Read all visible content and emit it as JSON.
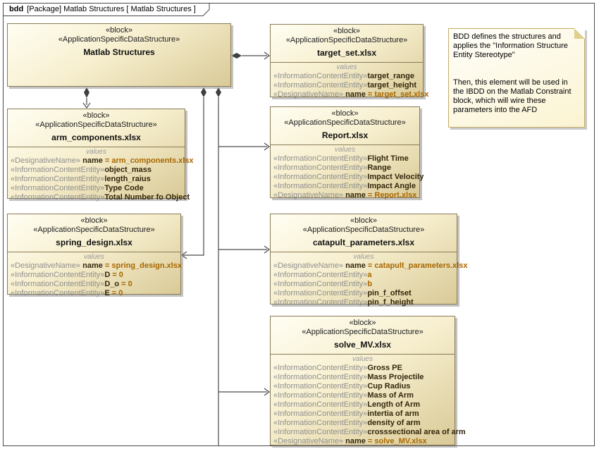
{
  "frame": {
    "keyword": "bdd",
    "context": "[Package] Matlab Structures [ Matlab Structures ]"
  },
  "colors": {
    "block_fill_light": "#fffef2",
    "block_fill_dark": "#d9ca97",
    "block_border": "#8a7b57",
    "stereotype_text": "#8f8f8f",
    "property_name_text": "#33270c",
    "property_value_text": "#a86700",
    "connector": "#4a4a4a",
    "note_fill": "#fbf4d2",
    "note_border": "#c3ac68"
  },
  "note": {
    "paragraphs": [
      "BDD defines the structures and applies the \"Information Structure Entity Stereotype\"",
      "Then, this element will be used in the IBDD on the Matlab Constraint block, which will wire these parameters into the AFD"
    ]
  },
  "blocks": {
    "matlab_structures": {
      "stereotypes": [
        "«block»",
        "«ApplicationSpecificDataStructure»"
      ],
      "name": "Matlab Structures"
    },
    "arm_components": {
      "stereotypes": [
        "«block»",
        "«ApplicationSpecificDataStructure»"
      ],
      "name": "arm_components.xlsx",
      "values_label": "values",
      "properties": [
        {
          "stereotype": "«DesignativeName»",
          "name": " name",
          "value": " = arm_components.xlsx"
        },
        {
          "stereotype": "«InformationContentEntity»",
          "name": "object_mass"
        },
        {
          "stereotype": "«InformationContentEntity»",
          "name": "length_raius"
        },
        {
          "stereotype": "«InformationContentEntity»",
          "name": "Type Code"
        },
        {
          "stereotype": "«InformationContentEntity»",
          "name": "Total Number fo Object"
        }
      ]
    },
    "spring_design": {
      "stereotypes": [
        "«block»",
        "«ApplicationSpecificDataStructure»"
      ],
      "name": "spring_design.xlsx",
      "values_label": "values",
      "properties": [
        {
          "stereotype": "«DesignativeName»",
          "name": " name",
          "value": " = spring_design.xlsx"
        },
        {
          "stereotype": "«InformationContentEntity»",
          "name": "D",
          "value": " = 0"
        },
        {
          "stereotype": "«InformationContentEntity»",
          "name": "D_o",
          "value": " = 0"
        },
        {
          "stereotype": "«InformationContentEntity»",
          "name": "E",
          "value": " = 0"
        }
      ]
    },
    "target_set": {
      "stereotypes": [
        "«block»",
        "«ApplicationSpecificDataStructure»"
      ],
      "name": "target_set.xlsx",
      "values_label": "values",
      "properties": [
        {
          "stereotype": "«InformationContentEntity»",
          "name": "target_range"
        },
        {
          "stereotype": "«InformationContentEntity»",
          "name": "target_height"
        },
        {
          "stereotype": "«DesignativeName»",
          "name": " name",
          "value": " = target_set.xlsx"
        }
      ]
    },
    "report": {
      "stereotypes": [
        "«block»",
        "«ApplicationSpecificDataStructure»"
      ],
      "name": "Report.xlsx",
      "values_label": "values",
      "properties": [
        {
          "stereotype": "«InformationContentEntity»",
          "name": "Flight Time"
        },
        {
          "stereotype": "«InformationContentEntity»",
          "name": "Range"
        },
        {
          "stereotype": "«InformationContentEntity»",
          "name": "Impact Velocity"
        },
        {
          "stereotype": "«InformationContentEntity»",
          "name": "Impact Angle"
        },
        {
          "stereotype": "«DesignativeName»",
          "name": " name",
          "value": " = Report.xlsx"
        }
      ]
    },
    "catapult_parameters": {
      "stereotypes": [
        "«block»",
        "«ApplicationSpecificDataStructure»"
      ],
      "name": "catapult_parameters.xlsx",
      "values_label": "values",
      "properties": [
        {
          "stereotype": "«DesignativeName»",
          "name": " name",
          "value": " = catapult_parameters.xlsx"
        },
        {
          "stereotype": "«InformationContentEntity»",
          "value": "a"
        },
        {
          "stereotype": "«InformationContentEntity»",
          "value": "b"
        },
        {
          "stereotype": "«InformationContentEntity»",
          "name": "pin_f_offset"
        },
        {
          "stereotype": "«InformationContentEntity»",
          "name": "pin_f_height"
        }
      ]
    },
    "solve_mv": {
      "stereotypes": [
        "«block»",
        "«ApplicationSpecificDataStructure»"
      ],
      "name": "solve_MV.xlsx",
      "values_label": "values",
      "properties": [
        {
          "stereotype": "«InformationContentEntity»",
          "name": "Gross PE"
        },
        {
          "stereotype": "«InformationContentEntity»",
          "name": "Mass Projectile"
        },
        {
          "stereotype": "«InformationContentEntity»",
          "name": "Cup Radius"
        },
        {
          "stereotype": "«InformationContentEntity»",
          "name": "Mass of Arm"
        },
        {
          "stereotype": "«InformationContentEntity»",
          "name": "Length of Arm"
        },
        {
          "stereotype": "«InformationContentEntity»",
          "name": "intertia of arm"
        },
        {
          "stereotype": "«InformationContentEntity»",
          "name": "density of arm"
        },
        {
          "stereotype": "«InformationContentEntity»",
          "name": "crosssectional area of arm"
        },
        {
          "stereotype": "«DesignativeName»",
          "name": " name",
          "value": " = solve_MV.xlsx"
        }
      ]
    }
  }
}
